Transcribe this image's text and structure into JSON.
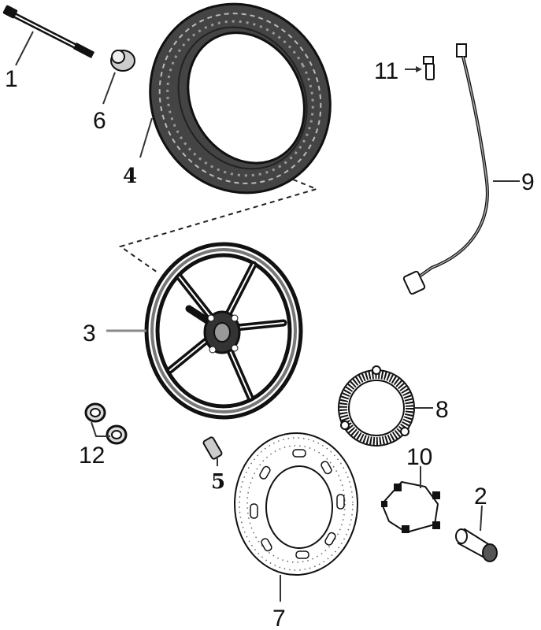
{
  "callouts": {
    "p1": "1",
    "p2": "2",
    "p3": "3",
    "p4": "4",
    "p5": "5",
    "p6": "6",
    "p7": "7",
    "p8": "8",
    "p9": "9",
    "p10": "10",
    "p11": "11",
    "p12": "12"
  },
  "colors": {
    "ink": "#111111",
    "leader": "#333333",
    "background": "#ffffff"
  }
}
